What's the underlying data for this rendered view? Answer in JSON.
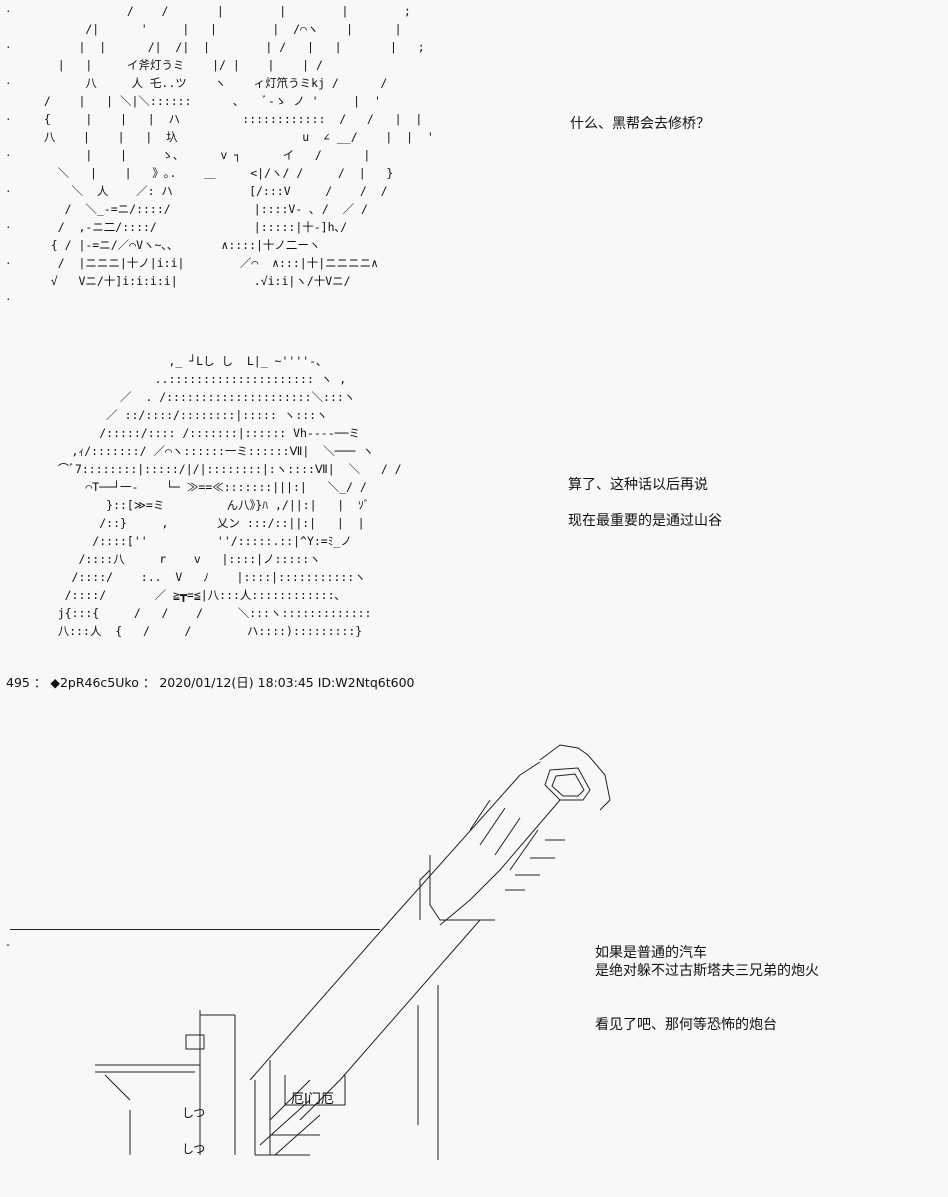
{
  "panels": [
    {
      "id": "panel-1",
      "art_lines": [
        "              /    /       |        |        |        ;",
        "        /|      '     |   |        |  /⌒ヽ    |      |",
        "       |  |      /|  /|  |        | /   |   |       |   ;",
        "    |   |     イ斧灯うミ    |/ |    |    | /",
        "        八     人 乇..ツ    ヽ    ィ灯笊うミkj /      /",
        "  /    |   | ＼|＼::::::      ､    ﾞ-ゝ ノ '     |  '",
        "  {     |    |   |  ハ         ::::::::::::  /   /   |  |",
        "  八    |    |   |  圦                  u  ∠ __/    |  |  '",
        "        |    |     ゝ､      v ┐      イ   /      |",
        "    ＼   |    |   》｡.    ＿     <|/ヽ/ /     /  |   }",
        "      ＼  人    ／: ハ           [/:::V     /    /  /",
        "     /  ＼_-=ニ/::::/            |::::V- ､ /  ／ /",
        "    /  ,-ニ二/::::/              |:::::|十-]h､/",
        "   { / |-=ニ/／⌒Vヽ~､､       ∧::::|十ノ二ーヽ",
        "    /  |ニニニ|十ノ|i:i|        ／⌒  ∧:::|十|ニニニニ∧",
        "   √   Vニ/十]i:i:i:i|           .√i:i|ヽ/十Vニ/"
      ],
      "lines": [
        "什么、黑帮会去修桥？"
      ]
    },
    {
      "id": "panel-2",
      "art_lines": [
        "                    ,_ ┘Lし し  L|_ ~''''-､",
        "                  ..::::::::::::::::::::: ヽ ,",
        "             ／  . /:::::::::::::::::::::＼:::ヽ",
        "           ／ ::/::::/::::::::|::::: ヽ:::ヽ",
        "          /:::::/:::: /:::::::|:::::: Vh----──ミ",
        "      ,ｨ/:::::::/ ／⌒ヽ::::::一ミ::::::Ⅶ|  ＼─── ヽ",
        "    ⌒ﾞ7::::::::|:::::/|/|::::::::|:ヽ::::Ⅶ|  ＼   / /",
        "        ⌒T──┘一-    └─ ≫==≪:::::::|||:|   ＼_/ /",
        "           }::[≫=ミ         ん八》}ﾊ ,/||:|   |  ｿﾞ",
        "          /::}     ,       乂ン :::/::||:|   |  |",
        "         /::::[''          ''/:::::.::|^Y:=ﾐ_ノ",
        "       /::::八     r    v   |::::|ノ:::::ヽ",
        "      /::::/    :..  V   ﾉ    |::::|:::::::::::ヽ",
        "     /::::/       ／ ≧┳=≦|八:::人::::::::::::､",
        "    j{:::{     /   /    /     ＼:::ヽ:::::::::::::",
        "    八:::人  {   /     /        ハ::::):::::::::}"
      ],
      "lines": [
        "算了、这种话以后再说",
        "现在最重要的是通过山谷"
      ]
    }
  ],
  "post": {
    "number": "495",
    "sep1": "：",
    "trip": "◆2pR46c5Uko",
    "sep2": "：",
    "datetime": "2020/01/12(日) 18:03:45",
    "id": "ID:W2Ntq6t600"
  },
  "panel3": {
    "lines_a": [
      "如果是普通的汽车",
      "是绝对躲不过古斯塔夫三兄弟的炮火"
    ],
    "lines_b": [
      "看见了吧、那何等恐怖的炮台"
    ],
    "sign_text": "厄I门厄",
    "small_marks": [
      "冂",
      "しつ",
      "しつ"
    ],
    "dash": "-"
  }
}
